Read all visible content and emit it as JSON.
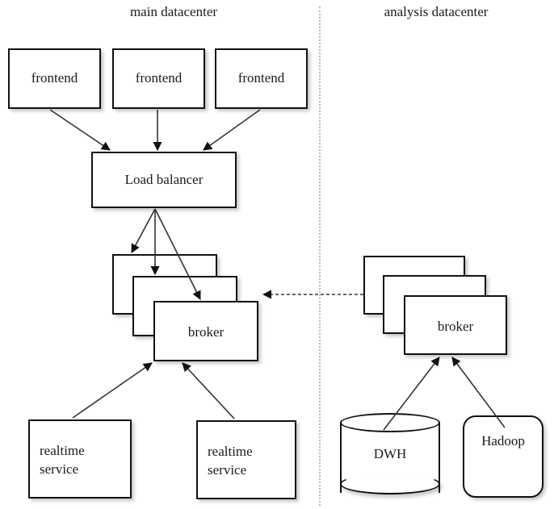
{
  "diagram": {
    "title_main": "main datacenter",
    "title_analysis": "analysis datacenter",
    "colors": {
      "node_border": "#111111",
      "node_fill": "#ffffff",
      "edge": "#333333",
      "divider": "#b9b9b9",
      "background": "#ffffff",
      "text": "#1a1a1a"
    },
    "nodes": {
      "frontend_1": "frontend",
      "frontend_2": "frontend",
      "frontend_3": "frontend",
      "load_balancer": "Load balancer",
      "broker_main": "broker",
      "broker_analysis": "broker",
      "realtime_1": "realtime\nservice",
      "realtime_2": "realtime\nservice",
      "dwh": "DWH",
      "hadoop": "Hadoop"
    },
    "edges": [
      {
        "from": "frontend_1",
        "to": "load_balancer",
        "style": "solid",
        "arrow": "end"
      },
      {
        "from": "frontend_2",
        "to": "load_balancer",
        "style": "solid",
        "arrow": "end"
      },
      {
        "from": "frontend_3",
        "to": "load_balancer",
        "style": "solid",
        "arrow": "end"
      },
      {
        "from": "load_balancer",
        "to": "broker_main_back",
        "style": "solid",
        "arrow": "end"
      },
      {
        "from": "load_balancer",
        "to": "broker_main_mid",
        "style": "solid",
        "arrow": "end"
      },
      {
        "from": "load_balancer",
        "to": "broker_main_front",
        "style": "solid",
        "arrow": "end"
      },
      {
        "from": "realtime_1",
        "to": "broker_main",
        "style": "solid",
        "arrow": "end"
      },
      {
        "from": "realtime_2",
        "to": "broker_main",
        "style": "solid",
        "arrow": "end"
      },
      {
        "from": "dwh",
        "to": "broker_analysis",
        "style": "solid",
        "arrow": "end"
      },
      {
        "from": "hadoop",
        "to": "broker_analysis",
        "style": "solid",
        "arrow": "end"
      },
      {
        "from": "broker_analysis",
        "to": "broker_main",
        "style": "dashed",
        "arrow": "end"
      }
    ],
    "stacks": {
      "broker_main_count": 3,
      "broker_analysis_count": 3
    }
  }
}
